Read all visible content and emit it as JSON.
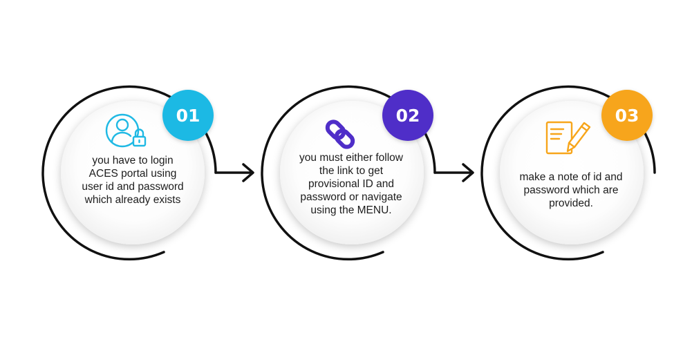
{
  "steps": [
    {
      "number": "01",
      "badge_color": "#1fb9e4",
      "icon": "user-lock-icon",
      "text": "you have to login\nACES portal using\nuser id and password\nwhich already exists"
    },
    {
      "number": "02",
      "badge_color": "#4f2ec8",
      "icon": "link-icon",
      "text": "you must either follow\nthe link to get\nprovisional ID and\npassword or navigate\nusing the MENU."
    },
    {
      "number": "03",
      "badge_color": "#f7a51a",
      "icon": "note-pencil-icon",
      "text": "make a note of id and\npassword which are\nprovided."
    }
  ],
  "arrow_color": "#111111"
}
